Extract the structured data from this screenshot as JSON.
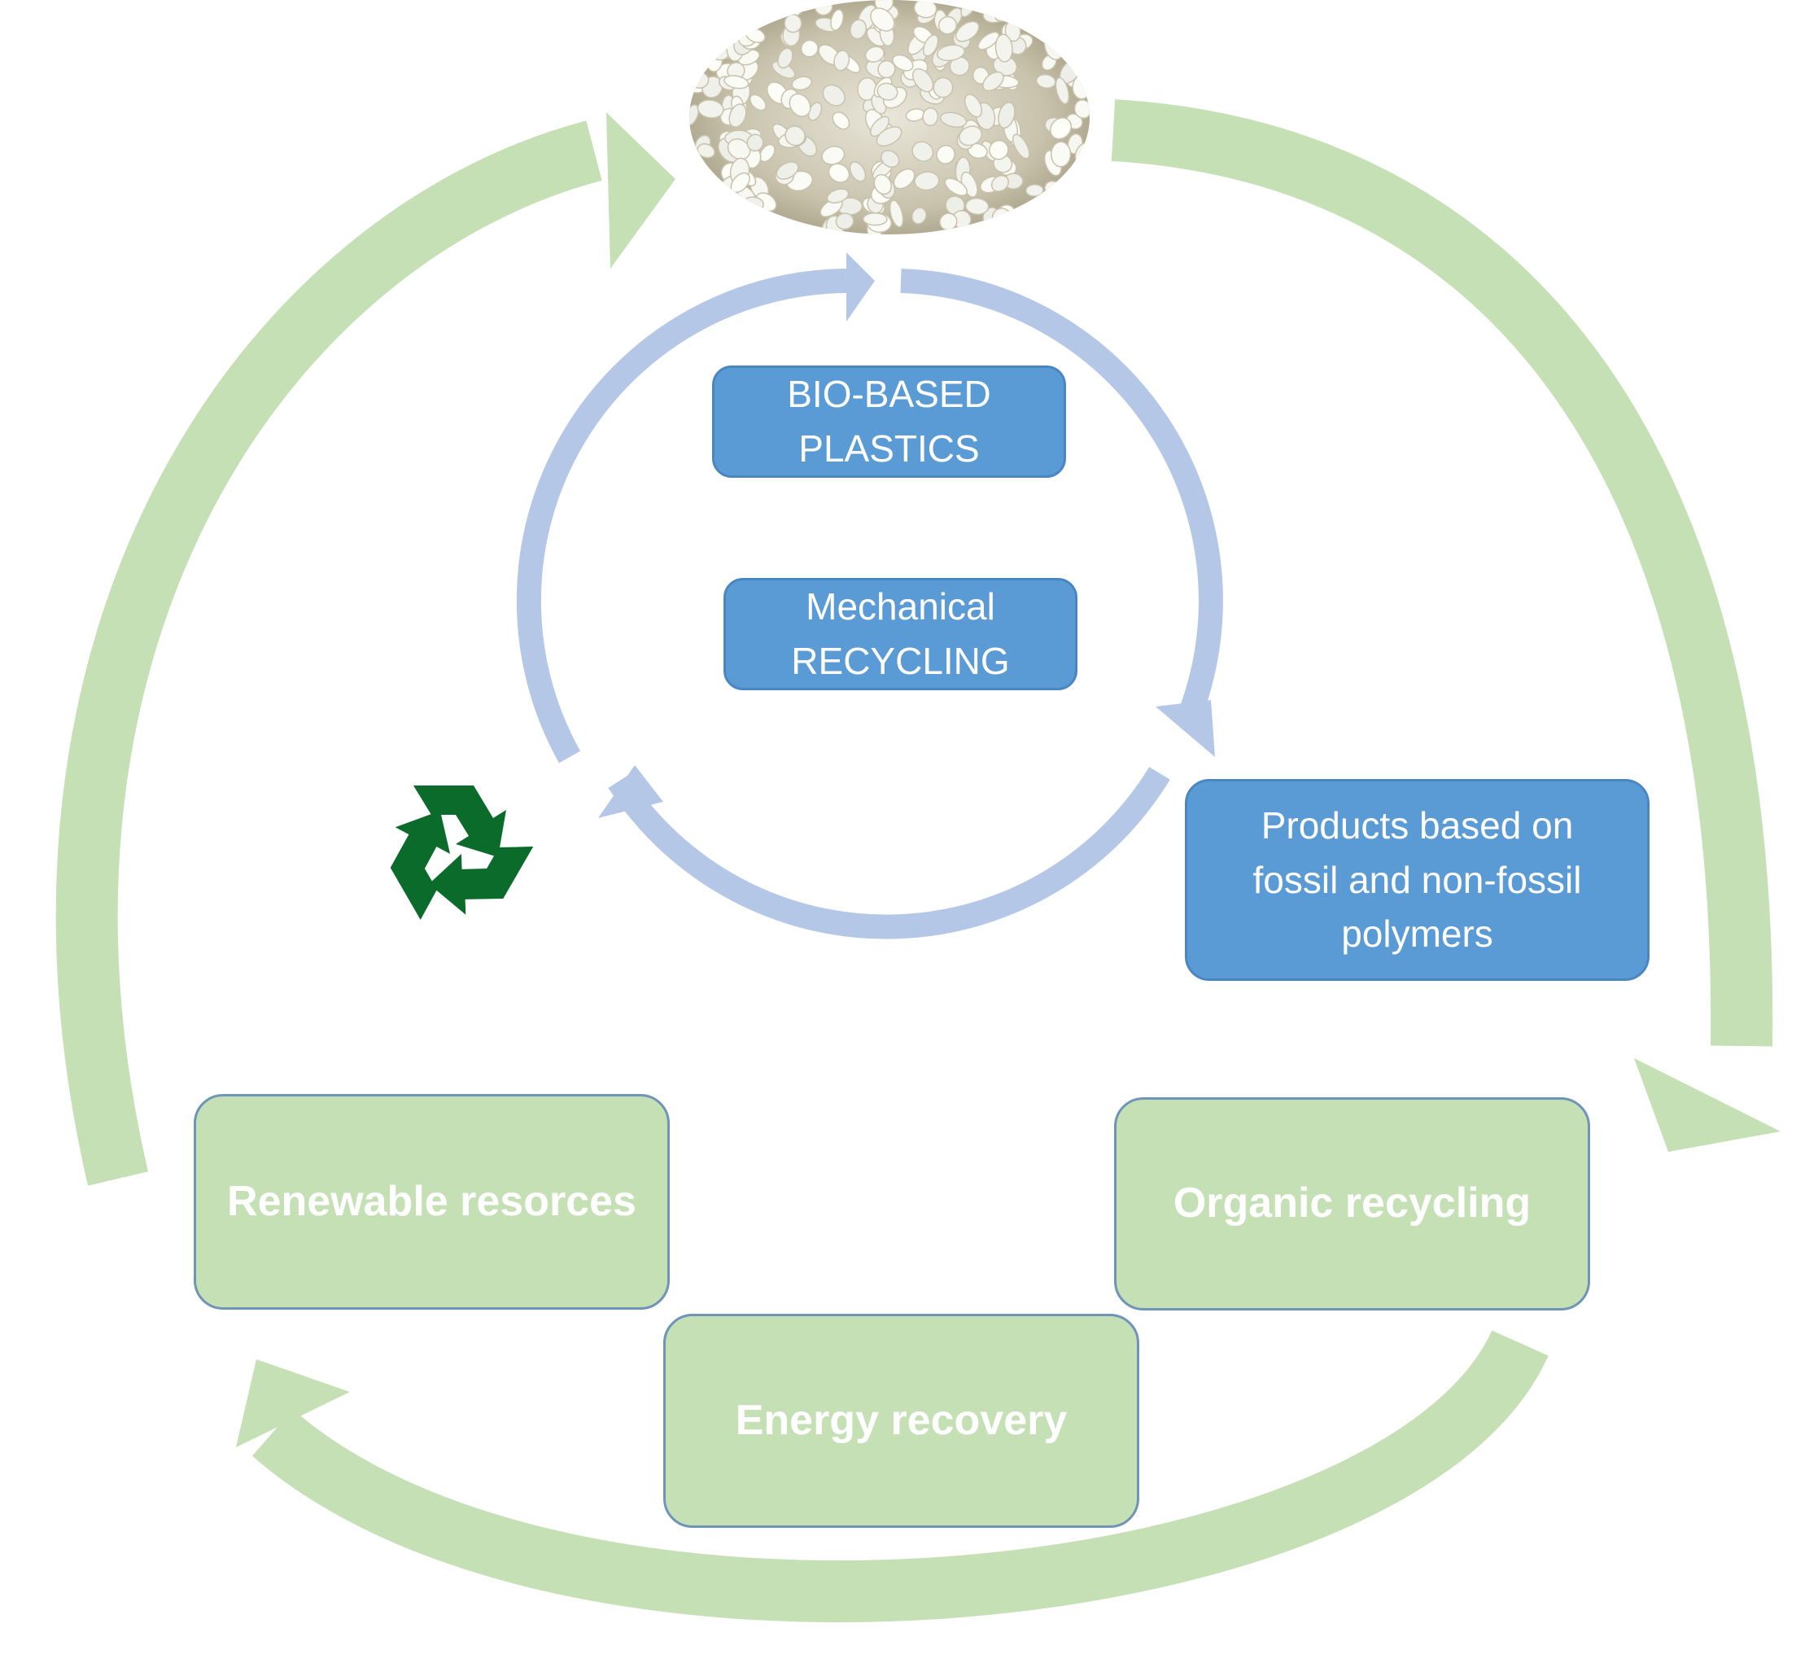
{
  "boxes": {
    "bio_based_plastics": "BIO-BASED\nPLASTICS",
    "mechanical_recycling": "Mechanical\nRECYCLING",
    "products": "Products based on\nfossil and non-fossil\npolymers",
    "renewable_resources": "Renewable resorces",
    "organic_recycling": "Organic recycling",
    "energy_recovery": "Energy recovery"
  },
  "colors": {
    "outer_cycle_green": "#c5e0b4",
    "inner_cycle_blue": "#b4c7e7",
    "box_blue": "#5b9bd5",
    "recycle_symbol_green": "#0b6b2a"
  },
  "icons": {
    "pellets": "plastic-pellets-image",
    "recycle": "recycle-symbol-icon"
  }
}
